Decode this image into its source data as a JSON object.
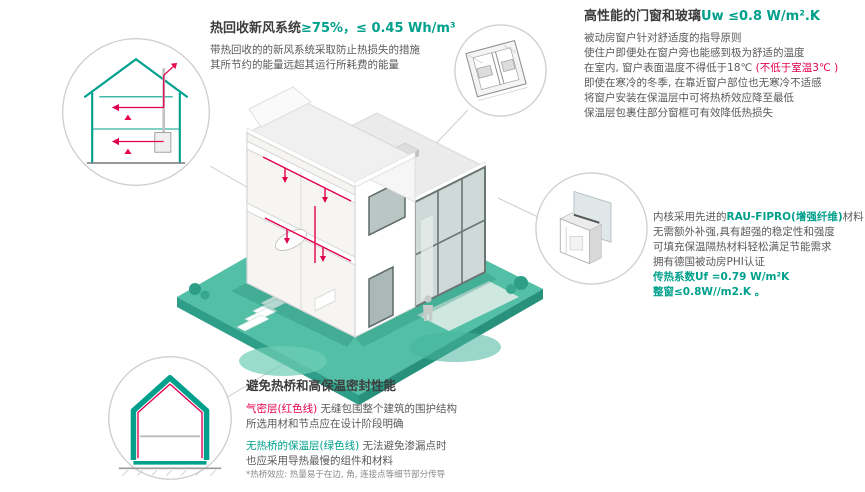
{
  "colors": {
    "teal_accent": "#00a08c",
    "red_accent": "#e20050",
    "platform_teal": "#53bfa7",
    "text_dark": "#3d3d3d"
  },
  "ventilation": {
    "title_black": "热回收新风系统",
    "title_green": "≥75%，≤ 0.45 Wh/m³",
    "line1": "带热回收的的新风系统采取防止热损失的措施",
    "line2": "其所节约的能量远超其运行所耗费的能量"
  },
  "windows": {
    "title_black": "高性能的门窗和玻璃",
    "title_green": "Uw ≤0.8 W/m².K",
    "line1": "被动房窗户针对舒适度的指导原则",
    "line2": "使住户即便处在窗户旁也能感到极为舒适的温度",
    "line3a": "在室内, 窗户表面温度不得低于18℃ ",
    "line3b": "(不低于室温3℃ )",
    "line4": "即使在寒冷的冬季, 在靠近窗户部位也无寒冷不适感",
    "line5": "将窗户安装在保温层中可将热桥效应降至最低",
    "line6": "保温层包裹住部分窗框可有效降低热损失"
  },
  "material": {
    "line1a": "内核采用先进的",
    "line1b": "RAU-FIPRO(增强纤维)",
    "line1c": "材料",
    "line2": "无需额外补强,具有超强的稳定性和强度",
    "line3": "可填充保温隔热材料轻松满足节能需求",
    "line4": "拥有德国被动房PHI认证",
    "line5": "传热系数Uf =0.79 W/m²K",
    "line6": "整窗≤0.8W//m2.K 。"
  },
  "thermal": {
    "title": "避免热桥和高保温密封性能",
    "line1a": "气密层(红色线)",
    "line1b": " 无缝包围整个建筑的围护结构",
    "line2": "所选用材和节点应在设计阶段明确",
    "line3a": "无热桥的保温层(绿色线)",
    "line3b": " 无法避免渗漏点时",
    "line4": "也应采用导热最慢的组件和材料",
    "footnote": "*热桥效应: 热量易于在边, 角, 连接点等细节部分传导"
  }
}
